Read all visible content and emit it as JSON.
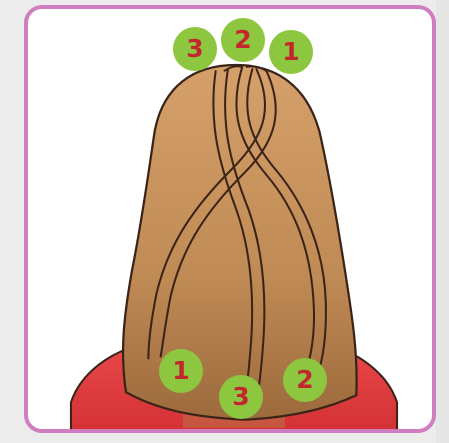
{
  "colors": {
    "frame_border": "#cf7fc0",
    "badge_fill": "#8dc63f",
    "badge_text": "#c4262e",
    "hair": "#c8955c",
    "shirt": "#e23d3d"
  },
  "illustration": {
    "subject": "hair-braiding-back-view",
    "top_labels": [
      "3",
      "2",
      "1"
    ],
    "bottom_labels": [
      "1",
      "3",
      "2"
    ]
  }
}
